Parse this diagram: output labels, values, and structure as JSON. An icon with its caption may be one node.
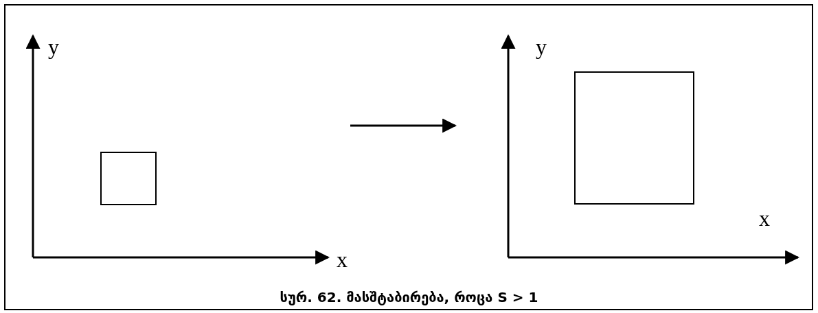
{
  "diagram": {
    "caption": "სურ. 62. მასშტაბირება, როცა S > 1",
    "labels": [
      "y",
      "y",
      "x",
      "x"
    ]
  }
}
